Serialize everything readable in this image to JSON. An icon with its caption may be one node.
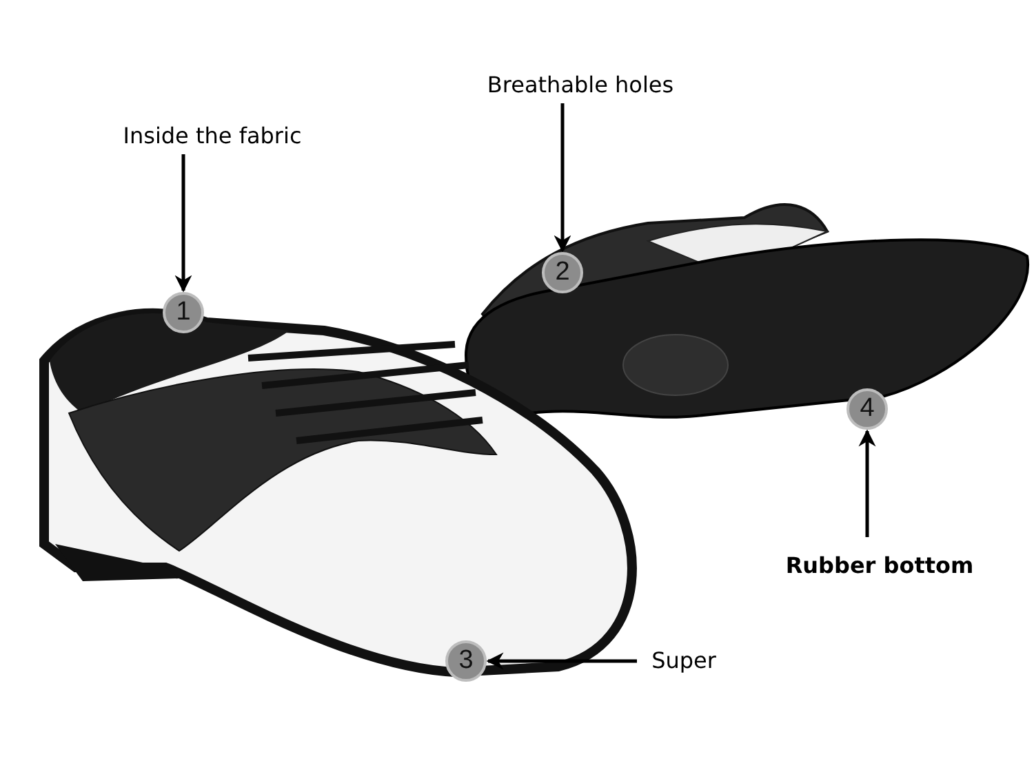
{
  "diagram": {
    "nodes": [
      {
        "text": [
          "Inside the fabric"
        ]
      },
      {
        "text": [
          "1"
        ]
      },
      {
        "text": [
          "Breathable holes"
        ]
      },
      {
        "text": [
          "2"
        ]
      },
      {
        "text": [
          "3"
        ]
      },
      {
        "text": [
          "Super"
        ]
      },
      {
        "text": [
          "4"
        ]
      },
      {
        "text": [
          "Rubber bottom"
        ]
      }
    ],
    "edges": [
      {
        "from": 0,
        "to": 1,
        "arrow": "to"
      },
      {
        "from": 2,
        "to": 3,
        "arrow": "to"
      },
      {
        "from": 5,
        "to": 4,
        "arrow": "to"
      },
      {
        "from": 7,
        "to": 6,
        "arrow": "to"
      }
    ]
  }
}
